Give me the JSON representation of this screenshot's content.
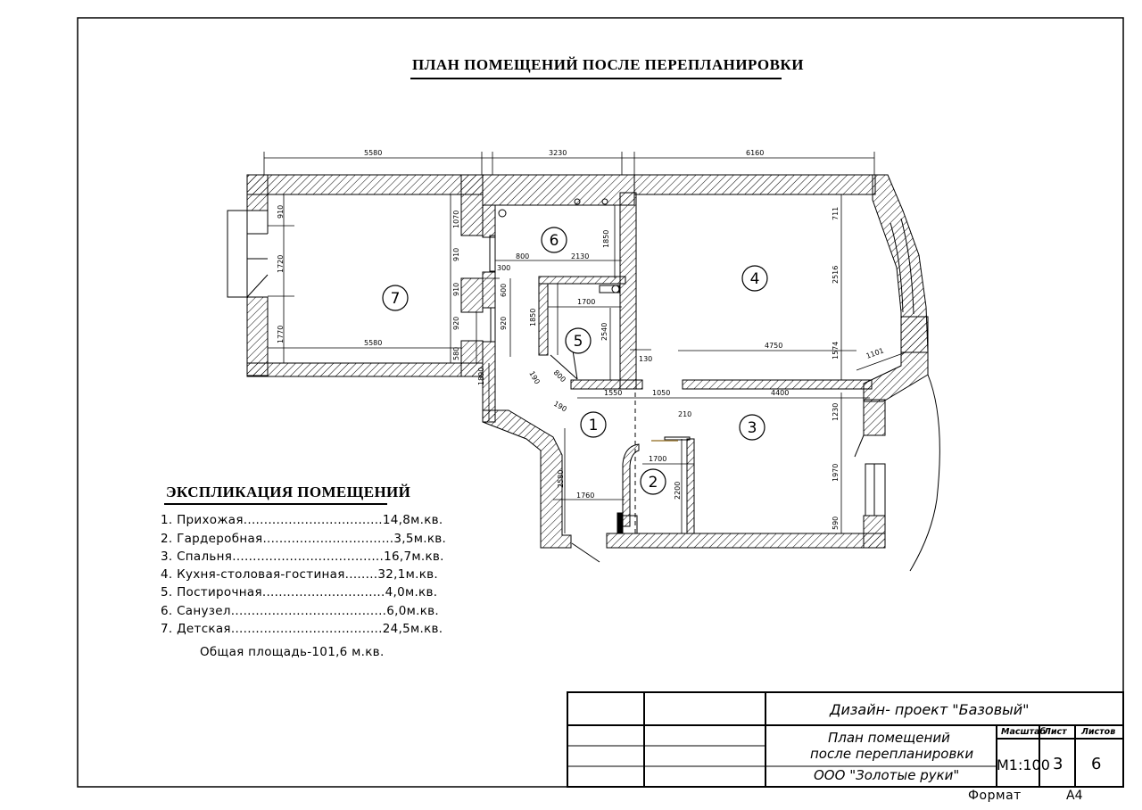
{
  "plan_title": "ПЛАН ПОМЕЩЕНИЙ ПОСЛЕ ПЕРЕПЛАНИРОВКИ",
  "explication": {
    "title": "ЭКСПЛИКАЦИЯ ПОМЕЩЕНИЙ",
    "items": [
      "1. Прихожая..................................14,8м.кв.",
      "2. Гардеробная................................3,5м.кв.",
      "3. Спальня.....................................16,7м.кв.",
      "4. Кухня-столовая-гостиная........32,1м.кв.",
      "5. Постирочная..............................4,0м.кв.",
      "6. Санузел......................................6,0м.кв.",
      "7. Детская.....................................24,5м.кв."
    ],
    "total": "Общая площадь-101,6 м.кв."
  },
  "title_block": {
    "project": "Дизайн- проект \"Базовый\"",
    "sheet_title_line1": "План помещений",
    "sheet_title_line2": "после перепланировки",
    "company": "ООО \"Золотые руки\"",
    "scale_header": "Масштаб",
    "sheet_header": "Лист",
    "sheets_header": "Листов",
    "scale": "М1:100",
    "sheet": "3",
    "sheets": "6"
  },
  "format_label": "Формат",
  "format_value": "A4",
  "rooms": [
    "1",
    "2",
    "3",
    "4",
    "5",
    "6",
    "7"
  ],
  "dims": {
    "top_a": "5580",
    "top_b": "3230",
    "top_c": "6160",
    "d910a": "910",
    "d1720": "1720",
    "d1770": "1770",
    "d5580in": "5580",
    "d1070": "1070",
    "d910b": "910",
    "d910c": "910",
    "d920a": "920",
    "d580": "580",
    "d920b": "920",
    "d600": "600",
    "d300": "300",
    "d1890": "1890",
    "d800a": "800",
    "d2130": "2130",
    "d1850a": "1850",
    "d1700a": "1700",
    "d1850b": "1850",
    "d2540": "2540",
    "d190a": "190",
    "d800b": "800",
    "d190b": "190",
    "d1550": "1550",
    "d1050": "1050",
    "d210": "210",
    "d130": "130",
    "d711": "711",
    "d2516": "2516",
    "d4750": "4750",
    "d1574": "1574",
    "d1101": "1101",
    "d4400": "4400",
    "d1230": "1230",
    "d1970": "1970",
    "d590": "590",
    "d1700b": "1700",
    "d2200": "2200",
    "d2580": "2580",
    "d1760": "1760"
  }
}
